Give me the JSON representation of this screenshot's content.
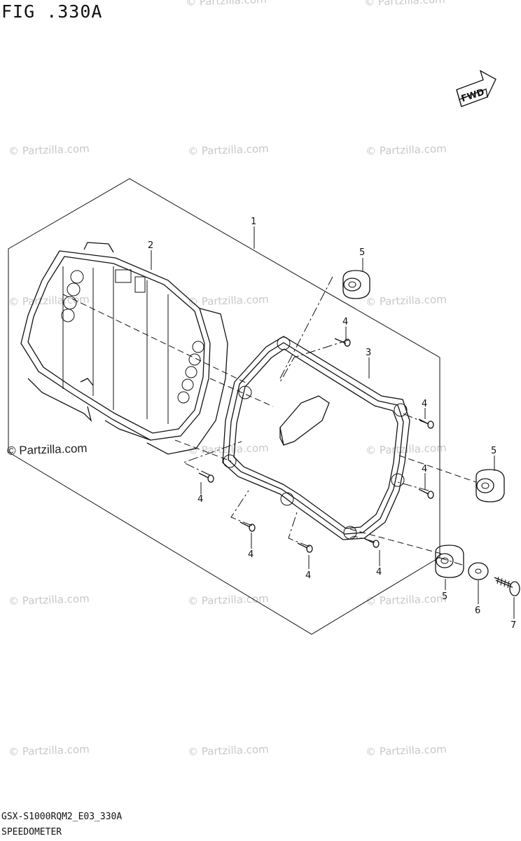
{
  "figure": {
    "title": "FIG .330A"
  },
  "footer": {
    "code": "GSX-S1000RQM2_E03_330A",
    "name": "SPEEDOMETER"
  },
  "badge": {
    "label": "FWD"
  },
  "watermark": {
    "text": "© Partzilla.com"
  },
  "callouts": {
    "c1": "1",
    "c2": "2",
    "c3": "3",
    "c4a": "4",
    "c4b": "4",
    "c4c": "4",
    "c4d": "4",
    "c4e": "4",
    "c4f": "4",
    "c5a": "5",
    "c5b": "5",
    "c5c": "5",
    "c6": "6",
    "c7": "7"
  }
}
